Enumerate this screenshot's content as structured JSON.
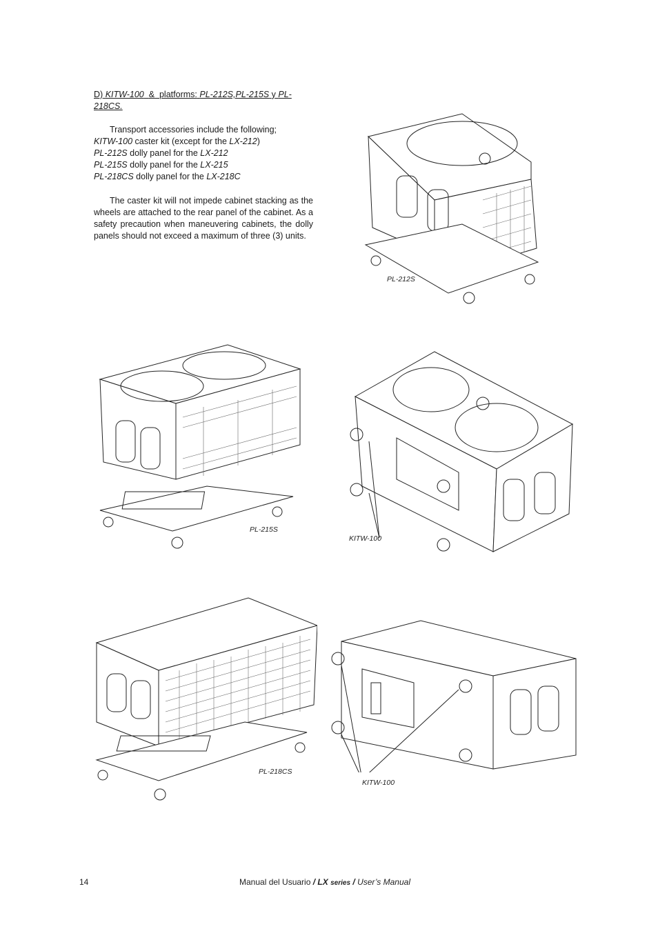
{
  "heading": {
    "prefix": "D)",
    "kit": "KITW-100",
    "amp": "&",
    "platforms_label": "platforms:",
    "p1": "PL-212S,",
    "p2": "PL-215S",
    "y": "y",
    "p3": "PL-218CS."
  },
  "intro": {
    "line1": "Transport accessories include the following;",
    "items": [
      {
        "code": "KITW-100",
        "text": " caster kit (except for the ",
        "model": "LX-212",
        "tail": ")"
      },
      {
        "code": "PL-212S",
        "text": " dolly panel for the ",
        "model": "LX-212",
        "tail": ""
      },
      {
        "code": "PL-215S",
        "text": " dolly panel for the ",
        "model": "LX-215",
        "tail": ""
      },
      {
        "code": "PL-218CS",
        "text": " dolly panel for the ",
        "model": "LX-218C",
        "tail": ""
      }
    ]
  },
  "paragraph2": "The caster kit will not impede cabinet stacking as the wheels are attached to the rear panel of the cabinet. As a safety precaution when maneuvering cabinets, the dolly panels should not exceed a maximum of three (3) units.",
  "captions": {
    "fig1": "PL-212S",
    "fig2": "PL-215S",
    "fig3": "KITW-100",
    "fig4": "PL-218CS",
    "fig5": "KITW-100"
  },
  "footer": {
    "page_number": "14",
    "manual_es": "Manual del Usuario",
    "sep1": "/",
    "series_lx": "LX",
    "series_word": "series",
    "sep2": "/",
    "manual_en": "User’s Manual"
  }
}
